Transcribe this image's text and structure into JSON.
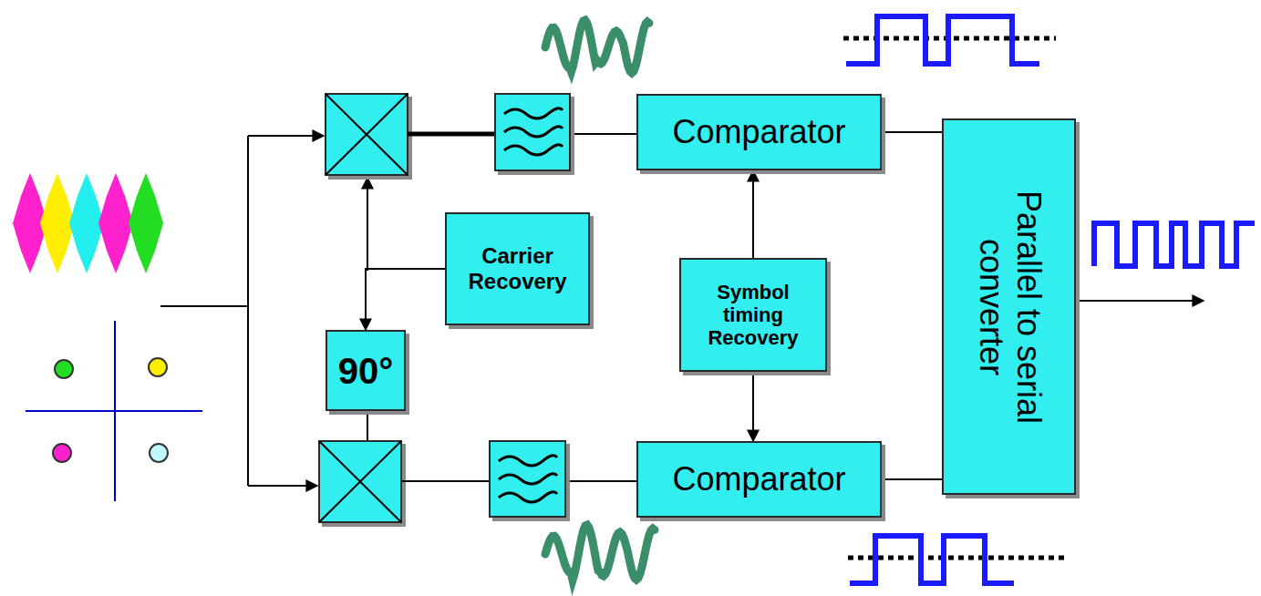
{
  "diagram": {
    "nodes": [
      {
        "text": [
          "Comparator"
        ]
      },
      {
        "text": [
          "Carrier Recovery"
        ]
      },
      {
        "text": [
          "Symbol timing Recovery"
        ]
      },
      {
        "text": [
          "90°"
        ]
      },
      {
        "text": [
          "Comparator"
        ]
      },
      {
        "text": [
          "Parallel to serial converter"
        ]
      }
    ],
    "edges": [
      {
        "from": 1,
        "to": 3,
        "arrow": "to"
      },
      {
        "from": 2,
        "to": 0,
        "arrow": "to"
      },
      {
        "from": 2,
        "to": 4,
        "arrow": "to"
      },
      {
        "from": 0,
        "to": 5,
        "arrow": "none"
      },
      {
        "from": 4,
        "to": 5,
        "arrow": "none"
      }
    ]
  }
}
